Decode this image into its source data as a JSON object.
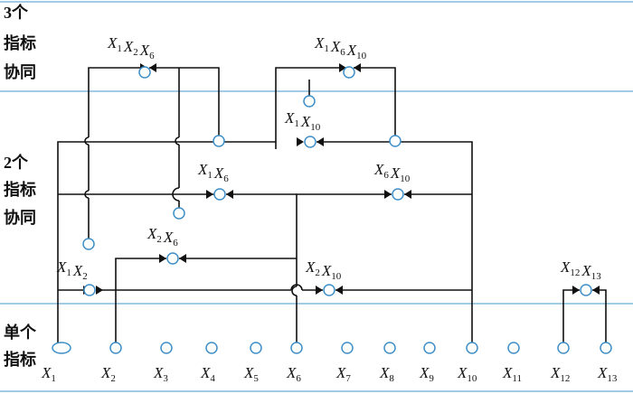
{
  "bands": {
    "three": [
      "3个",
      "指标",
      "协同"
    ],
    "two": [
      "2个",
      "指标",
      "协同"
    ],
    "single": [
      "单个",
      "指标"
    ]
  },
  "axis_labels": [
    {
      "id": "x1",
      "base": "X",
      "sub": "1"
    },
    {
      "id": "x2",
      "base": "X",
      "sub": "2"
    },
    {
      "id": "x3",
      "base": "X",
      "sub": "3"
    },
    {
      "id": "x4",
      "base": "X",
      "sub": "4"
    },
    {
      "id": "x5",
      "base": "X",
      "sub": "5"
    },
    {
      "id": "x6",
      "base": "X",
      "sub": "6"
    },
    {
      "id": "x7",
      "base": "X",
      "sub": "7"
    },
    {
      "id": "x8",
      "base": "X",
      "sub": "8"
    },
    {
      "id": "x9",
      "base": "X",
      "sub": "9"
    },
    {
      "id": "x10",
      "base": "X",
      "sub": "10"
    },
    {
      "id": "x11",
      "base": "X",
      "sub": "11"
    },
    {
      "id": "x12",
      "base": "X",
      "sub": "12"
    },
    {
      "id": "x13",
      "base": "X",
      "sub": "13"
    }
  ],
  "combo_labels": [
    {
      "id": "x1x2x6",
      "parts": [
        {
          "base": "X",
          "sub": "1"
        },
        {
          "base": "X",
          "sub": "2"
        },
        {
          "base": "X",
          "sub": "6"
        }
      ]
    },
    {
      "id": "x1x6x10",
      "parts": [
        {
          "base": "X",
          "sub": "1"
        },
        {
          "base": "X",
          "sub": "6"
        },
        {
          "base": "X",
          "sub": "10"
        }
      ]
    },
    {
      "id": "x1x10",
      "parts": [
        {
          "base": "X",
          "sub": "1"
        },
        {
          "base": "X",
          "sub": "10"
        }
      ]
    },
    {
      "id": "x1x6",
      "parts": [
        {
          "base": "X",
          "sub": "1"
        },
        {
          "base": "X",
          "sub": "6"
        }
      ]
    },
    {
      "id": "x6x10",
      "parts": [
        {
          "base": "X",
          "sub": "6"
        },
        {
          "base": "X",
          "sub": "10"
        }
      ]
    },
    {
      "id": "x2x6",
      "parts": [
        {
          "base": "X",
          "sub": "2"
        },
        {
          "base": "X",
          "sub": "6"
        }
      ]
    },
    {
      "id": "x1x2",
      "parts": [
        {
          "base": "X",
          "sub": "1"
        },
        {
          "base": "X",
          "sub": "2"
        }
      ]
    },
    {
      "id": "x2x10",
      "parts": [
        {
          "base": "X",
          "sub": "2"
        },
        {
          "base": "X",
          "sub": "10"
        }
      ]
    },
    {
      "id": "x12x13",
      "parts": [
        {
          "base": "X",
          "sub": "12"
        },
        {
          "base": "X",
          "sub": "13"
        }
      ]
    }
  ]
}
